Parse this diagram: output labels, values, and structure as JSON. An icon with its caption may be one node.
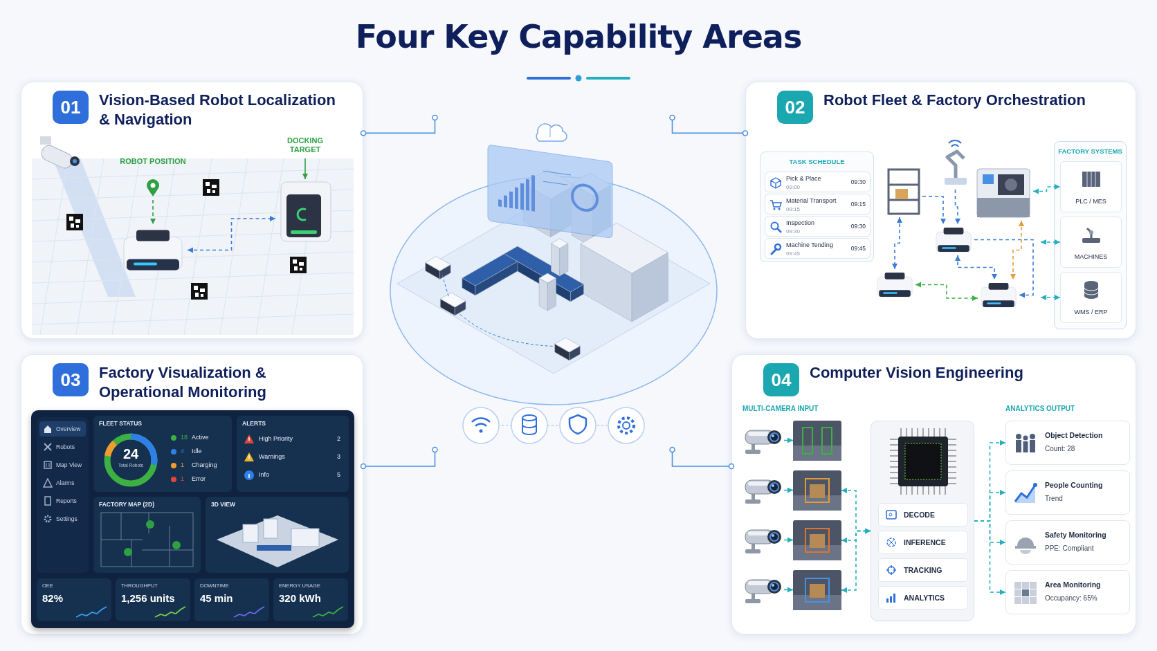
{
  "diagram": {
    "title": "Four Key Capability Areas",
    "nodes": [
      {
        "text": [
          "01",
          "Vision-Based Robot Localization & Navigation"
        ]
      },
      {
        "text": [
          "02",
          "Robot Fleet & Factory Orchestration"
        ]
      },
      {
        "text": [
          "03",
          "Factory Visualization & Operational Monitoring"
        ]
      },
      {
        "text": [
          "04",
          "Computer Vision Engineering"
        ]
      },
      {
        "text": [],
        "shape": "picture"
      },
      {
        "text": [
          "ROBOT POSITION"
        ],
        "in": 0
      },
      {
        "text": [],
        "shape": "picture",
        "in": 0
      },
      {
        "text": [
          "DOCKING TARGET"
        ],
        "in": 0
      },
      {
        "text": [],
        "shape": "picture",
        "in": 0
      },
      {
        "text": [
          "TASK SCHEDULE"
        ],
        "in": 1
      },
      {
        "text": [
          "Pick & Place",
          "09:00",
          "09:30"
        ],
        "in": 9
      },
      {
        "text": [
          "Material Transport",
          "09:15",
          "09:15"
        ],
        "in": 9
      },
      {
        "text": [
          "Inspection",
          "09:30",
          "09:30"
        ],
        "in": 9
      },
      {
        "text": [
          "Machine Tending",
          "09:45",
          "09:45"
        ],
        "in": 9
      },
      {
        "text": [],
        "shape": "picture",
        "in": 1
      },
      {
        "text": [],
        "shape": "picture",
        "in": 1
      },
      {
        "text": [],
        "shape": "picture",
        "in": 1
      },
      {
        "text": [],
        "shape": "picture",
        "in": 1
      },
      {
        "text": [],
        "shape": "picture",
        "in": 1
      },
      {
        "text": [],
        "shape": "picture",
        "in": 1
      },
      {
        "text": [
          "FACTORY SYSTEMS"
        ],
        "in": 1
      },
      {
        "text": [
          "PLC / MES"
        ],
        "in": 20
      },
      {
        "text": [
          "MACHINES"
        ],
        "in": 20
      },
      {
        "text": [
          "WMS / ERP"
        ],
        "in": 20
      },
      {
        "text": [],
        "shape": "box",
        "in": 2
      },
      {
        "text": [
          "Overview",
          "Robots",
          "Map View",
          "Alarms",
          "Reports",
          "Settings"
        ],
        "in": 24
      },
      {
        "text": [
          "FLEET STATUS",
          "24",
          "Total Robots",
          "18",
          "Active",
          "4",
          "Idle",
          "1",
          "Charging",
          "1",
          "Error"
        ],
        "in": 24
      },
      {
        "text": [
          "ALERTS",
          "High Priority",
          "2",
          "Warnings",
          "3",
          "Info",
          "5"
        ],
        "in": 24
      },
      {
        "text": [
          "FACTORY MAP (2D)"
        ],
        "in": 24
      },
      {
        "text": [
          "3D VIEW"
        ],
        "in": 24
      },
      {
        "text": [
          "OEE",
          "82%"
        ],
        "in": 24
      },
      {
        "text": [
          "THROUGHPUT",
          "1,256 units"
        ],
        "in": 24
      },
      {
        "text": [
          "DOWNTIME",
          "45 min"
        ],
        "in": 24
      },
      {
        "text": [
          "ENERGY USAGE",
          "320 kWh"
        ],
        "in": 24
      },
      {
        "text": [],
        "shape": "picture",
        "in": 3
      },
      {
        "text": [],
        "shape": "picture",
        "in": 3
      },
      {
        "text": [],
        "shape": "picture",
        "in": 3
      },
      {
        "text": [],
        "shape": "picture",
        "in": 3
      },
      {
        "text": [],
        "shape": "picture",
        "in": 3
      },
      {
        "text": [],
        "shape": "picture",
        "in": 3
      },
      {
        "text": [],
        "shape": "picture",
        "in": 3
      },
      {
        "text": [],
        "shape": "picture",
        "in": 3
      },
      {
        "text": [],
        "shape": "box",
        "in": 3
      },
      {
        "text": [],
        "shape": "picture",
        "in": 42
      },
      {
        "text": [
          "DECODE"
        ],
        "in": 42
      },
      {
        "text": [
          "INFERENCE"
        ],
        "in": 42
      },
      {
        "text": [
          "TRACKING"
        ],
        "in": 42
      },
      {
        "text": [
          "ANALYTICS"
        ],
        "in": 42
      },
      {
        "text": [
          "Object Detection",
          "Count: 28"
        ],
        "in": 3
      },
      {
        "text": [
          "People Counting",
          "Trend"
        ],
        "in": 3
      },
      {
        "text": [
          "Safety Monitoring",
          "PPE: Compliant"
        ],
        "in": 3
      },
      {
        "text": [
          "Area Monitoring",
          "Occupancy: 65%"
        ],
        "in": 3
      }
    ],
    "edges": [
      {
        "from": 4,
        "to": 0,
        "arrow": "other",
        "color": "#4a90e2"
      },
      {
        "from": 4,
        "to": 1,
        "arrow": "other",
        "color": "#4a90e2"
      },
      {
        "from": 4,
        "to": 2,
        "arrow": "other",
        "color": "#4a90e2"
      },
      {
        "from": 4,
        "to": 3,
        "arrow": "other",
        "color": "#4a90e2"
      },
      {
        "from": 5,
        "to": 6,
        "arrow": "to",
        "style": "dashed",
        "color": "#2ea043"
      },
      {
        "from": 7,
        "to": 8,
        "arrow": "to",
        "color": "#2ea043"
      },
      {
        "from": 6,
        "to": 8,
        "arrow": "both",
        "style": "dashed",
        "color": "#3a7bd5"
      },
      {
        "from": 15,
        "to": 17,
        "arrow": "to",
        "style": "dashed",
        "color": "#3a7bd5"
      },
      {
        "from": 14,
        "to": 17,
        "arrow": "to",
        "style": "dashed",
        "color": "#3a7bd5"
      },
      {
        "from": 14,
        "to": 18,
        "arrow": "both",
        "style": "dashed",
        "color": "#3a7bd5"
      },
      {
        "from": 17,
        "to": 19,
        "arrow": "both",
        "style": "dashed",
        "color": "#3a7bd5"
      },
      {
        "from": 17,
        "to": 19,
        "arrow": "to",
        "style": "dashed",
        "color": "#3a7bd5"
      },
      {
        "from": 16,
        "to": 19,
        "arrow": "both",
        "style": "dashed",
        "color": "#e39b3a"
      },
      {
        "from": 18,
        "to": 19,
        "arrow": "both",
        "style": "dashed",
        "color": "#3cb043"
      },
      {
        "from": 16,
        "to": 21,
        "arrow": "both",
        "style": "dashed"
      },
      {
        "from": null,
        "to": 22,
        "arrow": "both",
        "style": "dashed"
      },
      {
        "from": null,
        "to": 23,
        "arrow": "both",
        "style": "dashed"
      },
      {
        "from": 34,
        "to": 38,
        "arrow": "to",
        "style": "dashed"
      },
      {
        "from": 35,
        "to": 39,
        "arrow": "to",
        "style": "dashed"
      },
      {
        "from": 36,
        "to": 40,
        "arrow": "to",
        "style": "dashed"
      },
      {
        "from": 37,
        "to": 41,
        "arrow": "to",
        "style": "dashed"
      },
      {
        "from": 39,
        "to": 42,
        "arrow": "both",
        "style": "dashed"
      },
      {
        "from": 40,
        "to": 42,
        "arrow": "both",
        "style": "dashed"
      },
      {
        "from": 41,
        "to": 42,
        "arrow": "both",
        "style": "dashed"
      },
      {
        "from": 42,
        "to": 48,
        "arrow": "to",
        "style": "dashed"
      },
      {
        "from": 42,
        "to": 49,
        "arrow": "to",
        "style": "dashed"
      },
      {
        "from": 42,
        "to": 50,
        "arrow": "to",
        "style": "dashed"
      },
      {
        "from": 42,
        "to": 51,
        "arrow": "to",
        "style": "dashed"
      }
    ],
    "labels": [
      "MULTI-CAMERA INPUT",
      "ANALYTICS OUTPUT"
    ]
  }
}
